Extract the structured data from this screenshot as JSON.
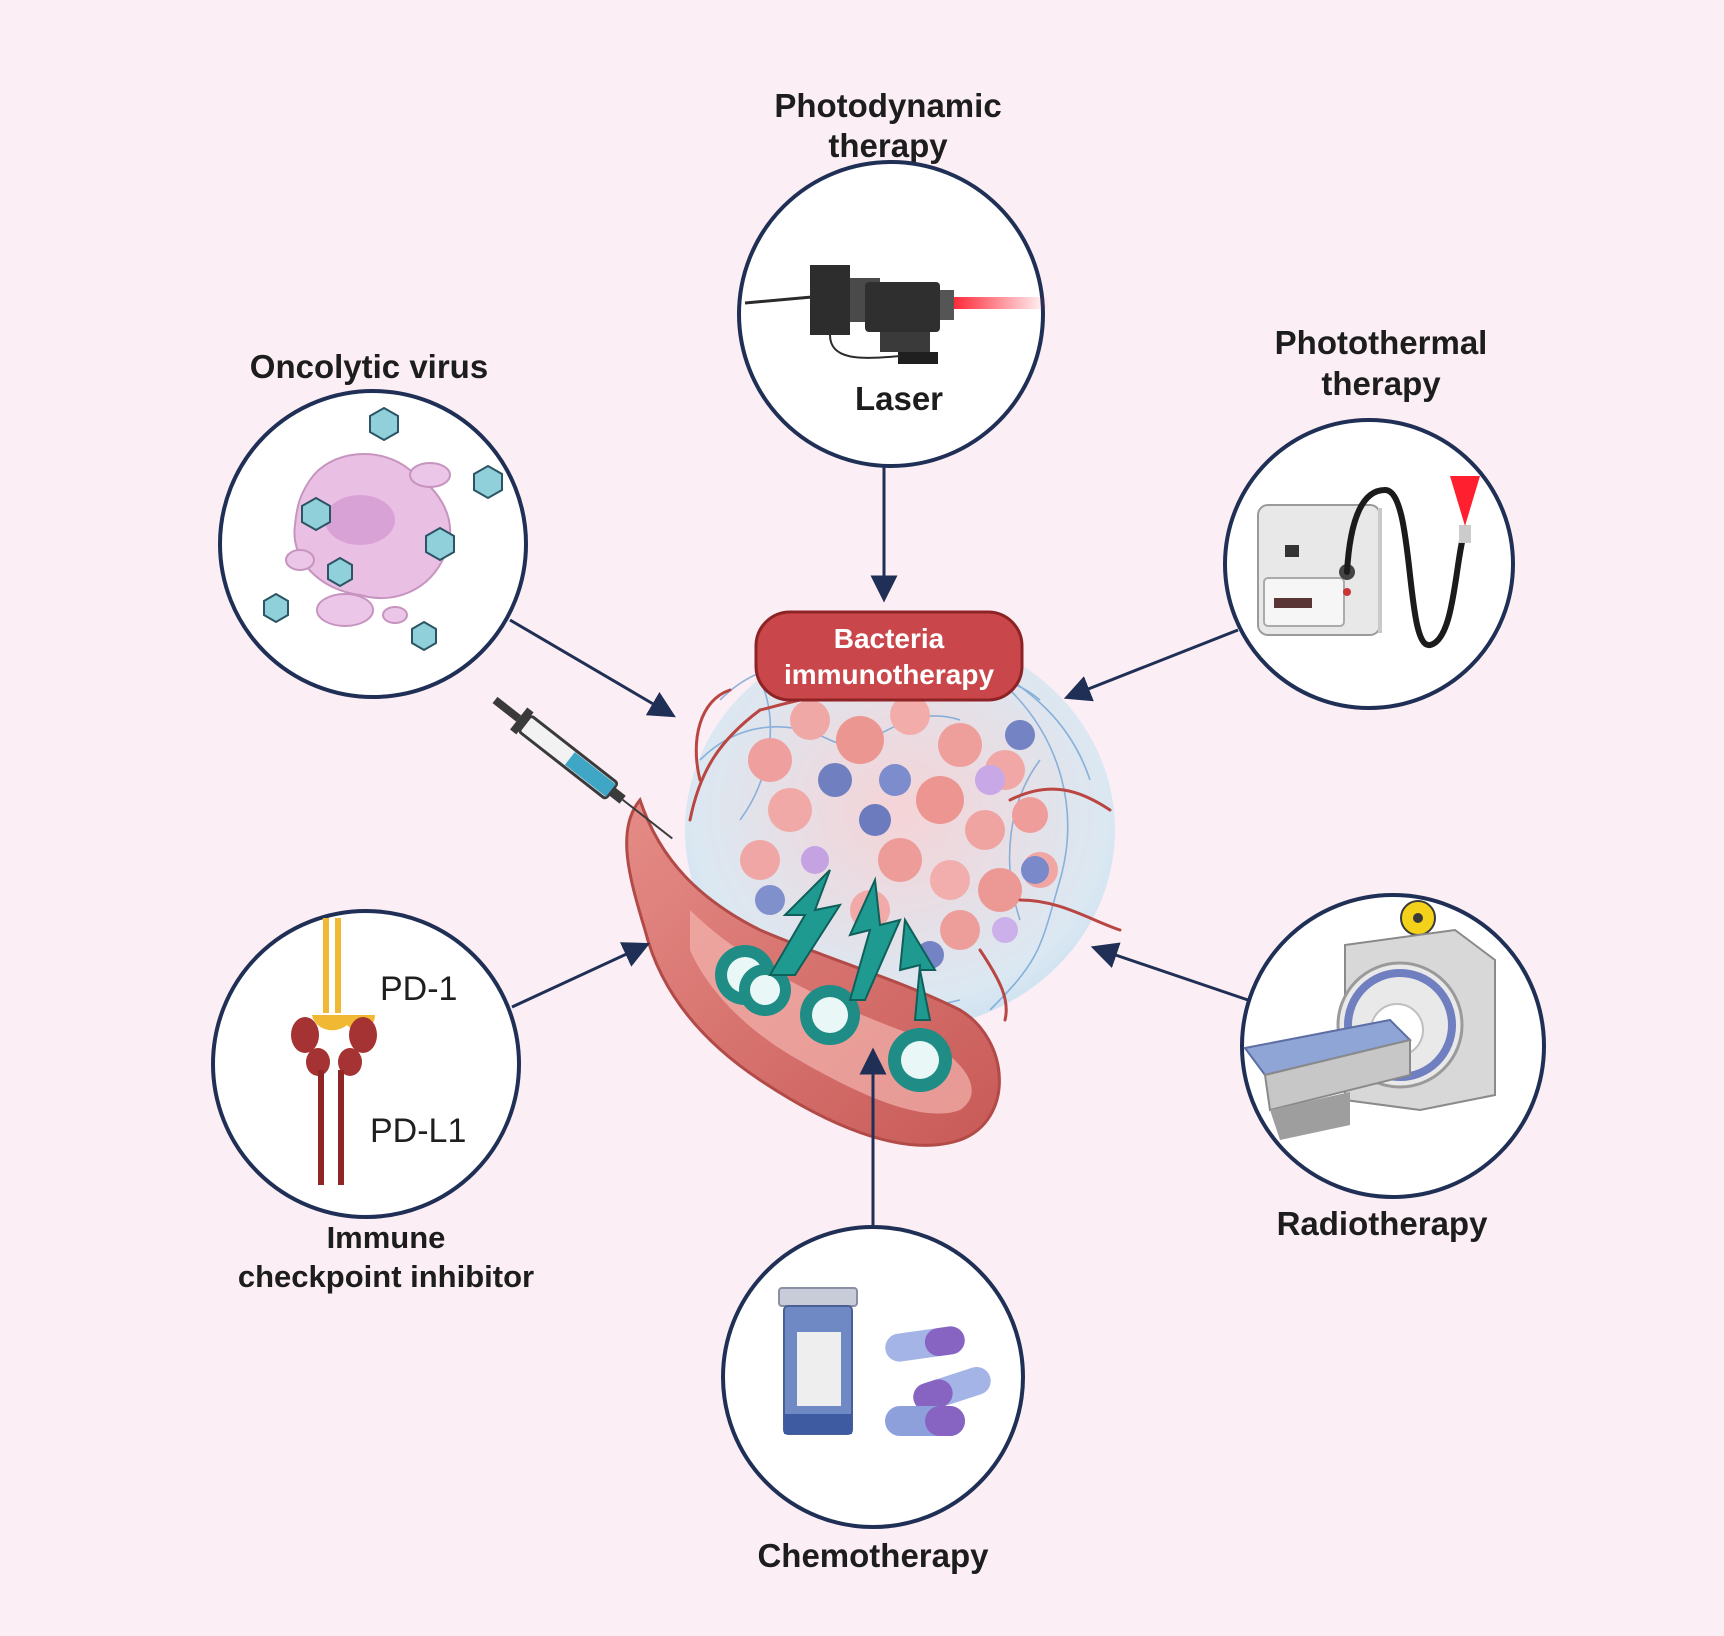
{
  "colors": {
    "background": "#fbeef4",
    "circle_stroke": "#1f2f55",
    "arrow": "#1f2f55",
    "badge_fill": "#c9474b",
    "badge_stroke": "#8e2326",
    "tumor_cell": "#ec9a9a",
    "immune_cell": "#6f7fbf",
    "bacteria": "#1f8c86"
  },
  "center": {
    "badge_line1": "Bacteria",
    "badge_line2": "immunotherapy"
  },
  "therapies": {
    "photodynamic": {
      "label_line1": "Photodynamic",
      "label_line2": "therapy",
      "inner_label": "Laser",
      "icon": "laser-icon"
    },
    "photothermal": {
      "label_line1": "Photothermal",
      "label_line2": "therapy",
      "icon": "photothermal-device-icon"
    },
    "oncolytic": {
      "label": "Oncolytic virus",
      "icon": "virus-infected-cell-icon"
    },
    "checkpoint": {
      "label_line1": "Immune",
      "label_line2": "checkpoint inhibitor",
      "receptor": "PD-1",
      "ligand": "PD-L1",
      "icon": "pd1-pdl1-icon"
    },
    "radiotherapy": {
      "label": "Radiotherapy",
      "icon": "radiotherapy-scanner-icon"
    },
    "chemotherapy": {
      "label": "Chemotherapy",
      "icon": "pills-bottle-icon"
    }
  }
}
